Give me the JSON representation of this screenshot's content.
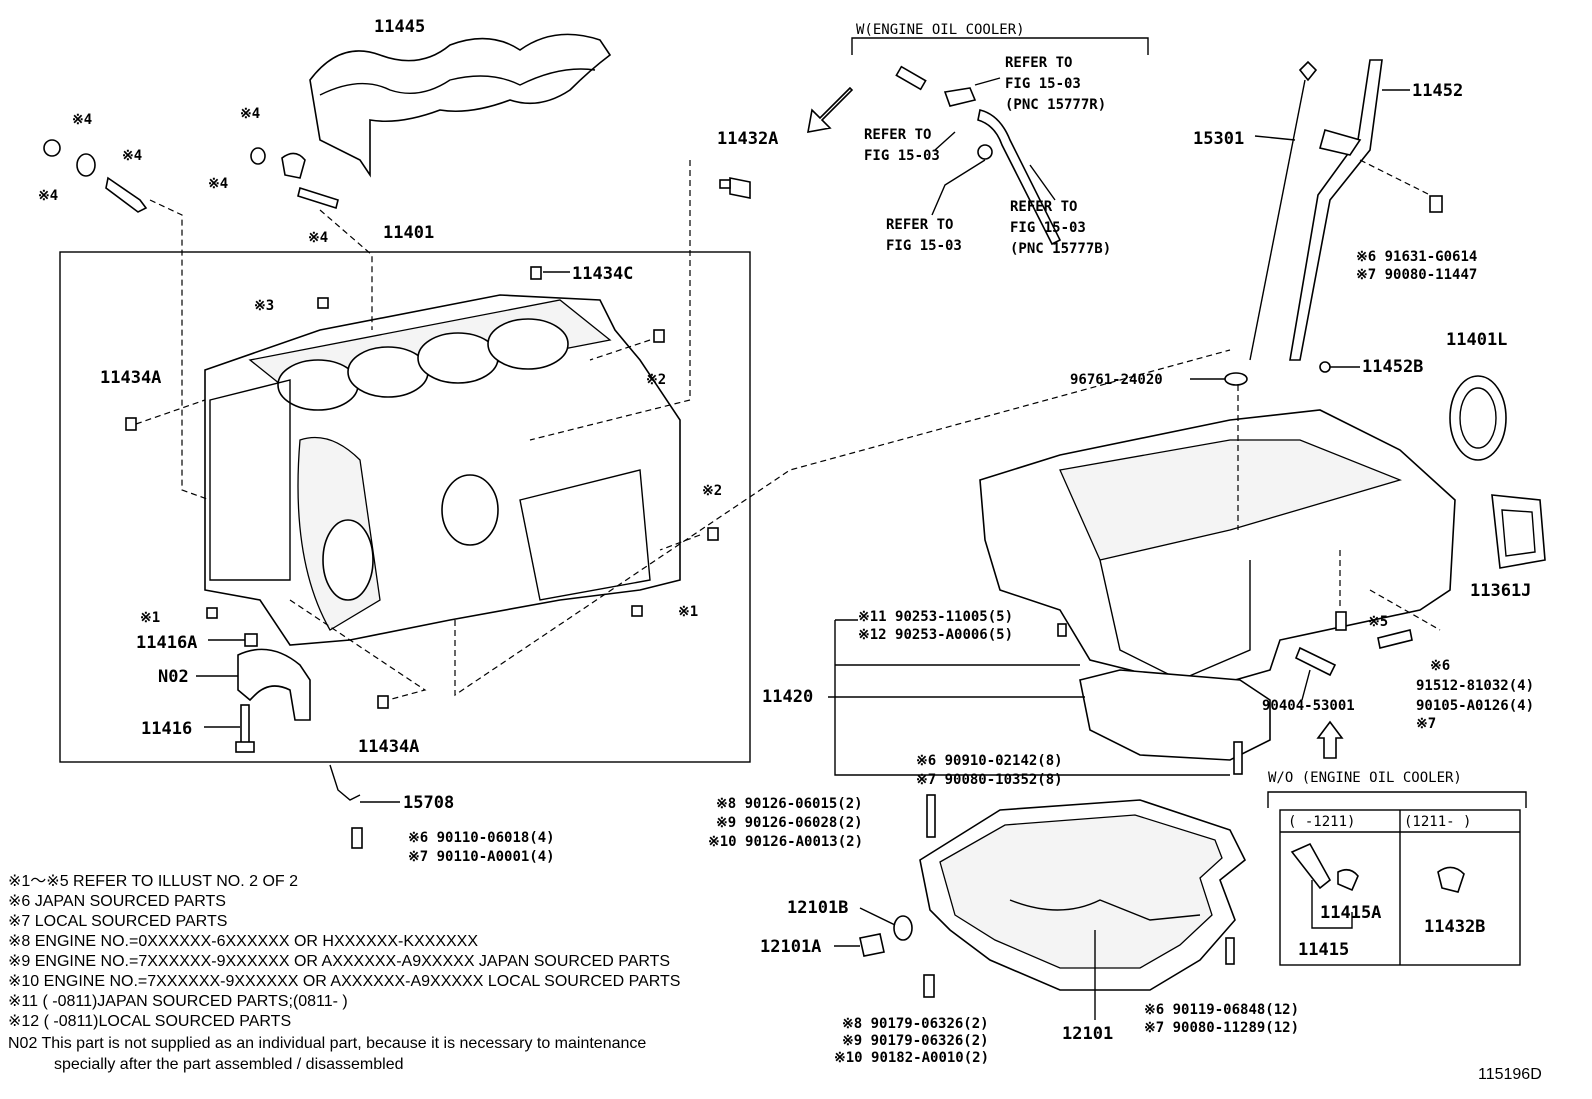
{
  "parts": {
    "p11445": "11445",
    "p11401": "11401",
    "p11432A": "11432A",
    "p11434C": "11434C",
    "p11434A_top": "11434A",
    "p11434A_bottom": "11434A",
    "p11416A": "11416A",
    "pN02": "N02",
    "p11416": "11416",
    "p15708": "15708",
    "p15301": "15301",
    "p11452": "11452",
    "p11452B": "11452B",
    "p11401L": "11401L",
    "p96761": "96761-24020",
    "p11361J": "11361J",
    "p11420": "11420",
    "p90404": "90404-53001",
    "p12101B": "12101B",
    "p12101A": "12101A",
    "p12101": "12101",
    "p11415A": "11415A",
    "p11415": "11415",
    "p11432B": "11432B"
  },
  "marks": {
    "m4a": "※4",
    "m4b": "※4",
    "m4c": "※4",
    "m4d": "※4",
    "m4e": "※4",
    "m4f": "※4",
    "m3": "※3",
    "m2a": "※2",
    "m2b": "※2",
    "m1a": "※1",
    "m1b": "※1",
    "m5": "※5"
  },
  "callouts": {
    "w_cooler": "W(ENGINE OIL COOLER)",
    "wo_cooler": "W/O (ENGINE OIL COOLER)",
    "refer1_l1": "REFER TO",
    "refer1_l2": "FIG 15-03",
    "refer1_l3": "(PNC 15777R)",
    "refer2_l1": "REFER TO",
    "refer2_l2": "FIG 15-03",
    "refer3_l1": "REFER TO",
    "refer3_l2": "FIG 15-03",
    "refer4_l1": "REFER TO",
    "refer4_l2": "FIG 15-03",
    "refer4_l3": "(PNC 15777B)",
    "r91631": "※6 91631-G0614",
    "r90080_11447": "※7 90080-11447",
    "r90253_11005": "※11 90253-11005(5)",
    "r90253_A0006": "※12 90253-A0006(5)",
    "r6_91512": "※6",
    "r91512": "91512-81032(4)",
    "r90105": "90105-A0126(4)",
    "r7_90105": "※7",
    "r90910": "※6 90910-02142(8)",
    "r90080_10352": "※7 90080-10352(8)",
    "r90126_06015": "※8 90126-06015(2)",
    "r90126_06028": "※9 90126-06028(2)",
    "r90126_A0013": "※10 90126-A0013(2)",
    "r90110_06018": "※6 90110-06018(4)",
    "r90110_A0001": "※7 90110-A0001(4)",
    "r90179_8": "※8 90179-06326(2)",
    "r90179_9": "※9 90179-06326(2)",
    "r90182": "※10 90182-A0010(2)",
    "r90119": "※6 90119-06848(12)",
    "r90080_11289": "※7 90080-11289(12)",
    "wo_col1": "(     -1211)",
    "wo_col2": "(1211-     )"
  },
  "notes": [
    "※1～※5 REFER TO ILLUST NO. 2 OF 2",
    "※6 JAPAN SOURCED PARTS",
    "※7 LOCAL SOURCED PARTS",
    "※8 ENGINE NO.=0XXXXXX-6XXXXXX OR HXXXXXX-KXXXXXX",
    "※9 ENGINE NO.=7XXXXXX-9XXXXXX OR AXXXXXX-A9XXXXX JAPAN SOURCED PARTS",
    "※10 ENGINE NO.=7XXXXXX-9XXXXXX OR AXXXXXX-A9XXXXX LOCAL SOURCED PARTS",
    "※11 (       -0811)JAPAN SOURCED PARTS;(0811-        )",
    "※12 (       -0811)LOCAL SOURCED PARTS",
    "N02  This part is not supplied as an individual part, because it is necessary to maintenance",
    "specially after the part assembled / disassembled"
  ],
  "figure_id": "115196D"
}
